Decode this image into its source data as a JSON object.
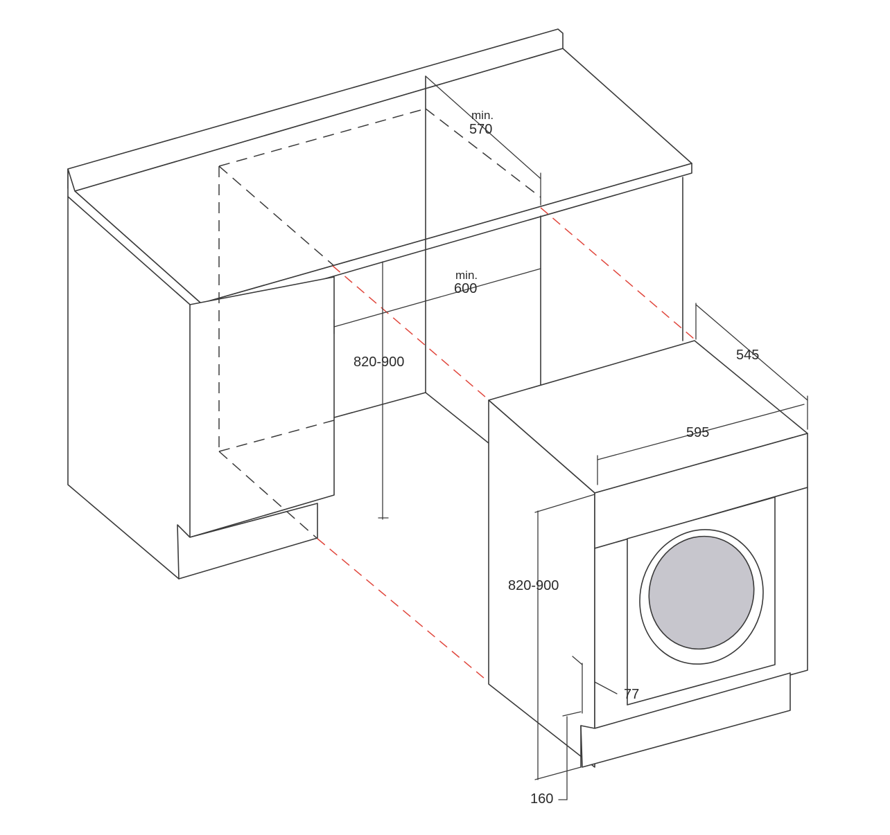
{
  "labels": {
    "depth_min_prefix": "min.",
    "depth_min_value": "570",
    "width_min_prefix": "min.",
    "width_min_value": "600",
    "niche_height": "820-900",
    "machine_depth": "545",
    "machine_width": "595",
    "machine_height": "820-900",
    "kick_recess": "77",
    "plinth_height": "160"
  },
  "colors": {
    "line": "#3a3a3a",
    "alignment_dash": "#e0463c",
    "door_glass": "#c7c6cd"
  }
}
